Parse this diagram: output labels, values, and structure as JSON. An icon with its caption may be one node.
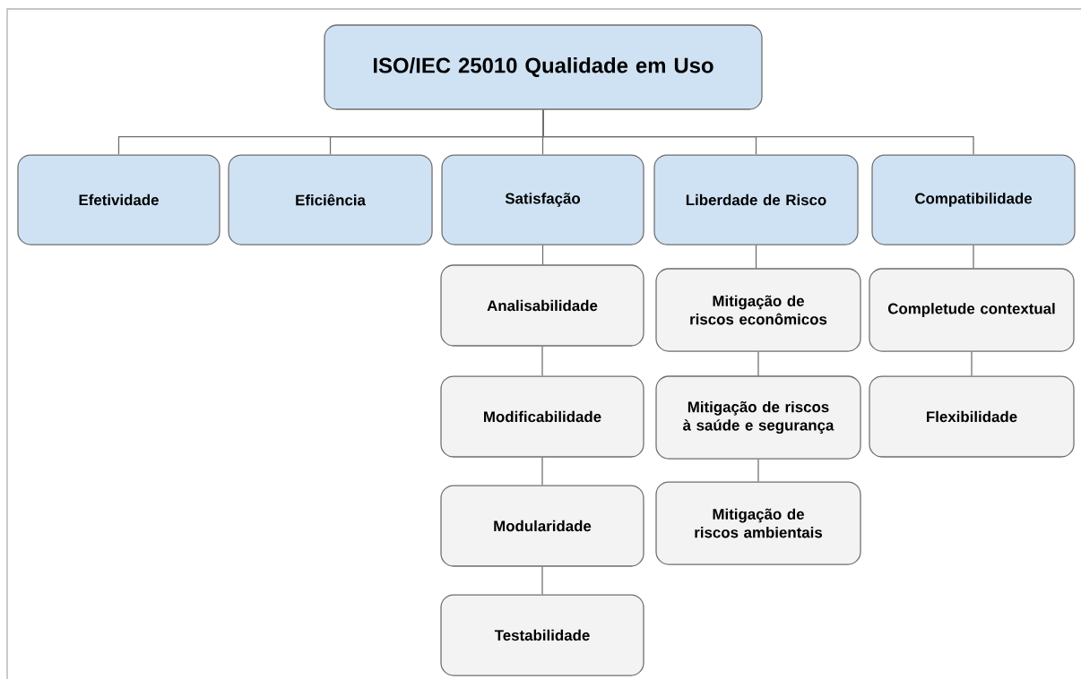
{
  "diagram": {
    "nodes": [
      {
        "text": [
          "ISO/IEC 25010 Qualidade em Uso"
        ]
      },
      {
        "text": [
          "Efetividade"
        ]
      },
      {
        "text": [
          "Eficiência"
        ]
      },
      {
        "text": [
          "Satisfação"
        ]
      },
      {
        "text": [
          "Liberdade de Risco"
        ]
      },
      {
        "text": [
          "Compatibilidade"
        ]
      },
      {
        "text": [
          "Analisabilidade"
        ]
      },
      {
        "text": [
          "Modificabilidade"
        ]
      },
      {
        "text": [
          "Modularidade"
        ]
      },
      {
        "text": [
          "Testabilidade"
        ]
      },
      {
        "text": [
          "Mitigação de riscos econômicos"
        ]
      },
      {
        "text": [
          "Mitigação de riscos à saúde e segurança"
        ]
      },
      {
        "text": [
          "Mitigação de riscos ambientais"
        ]
      },
      {
        "text": [
          "Completude contextual"
        ]
      },
      {
        "text": [
          "Flexibilidade"
        ]
      }
    ],
    "edges": [
      {
        "from": 0,
        "to": 1,
        "arrow": "none"
      },
      {
        "from": 0,
        "to": 2,
        "arrow": "none"
      },
      {
        "from": 0,
        "to": 3,
        "arrow": "none"
      },
      {
        "from": 0,
        "to": 4,
        "arrow": "none"
      },
      {
        "from": 0,
        "to": 5,
        "arrow": "none"
      },
      {
        "from": 3,
        "to": 6,
        "arrow": "none"
      },
      {
        "from": 6,
        "to": 7,
        "arrow": "none"
      },
      {
        "from": 7,
        "to": 8,
        "arrow": "none"
      },
      {
        "from": 8,
        "to": 9,
        "arrow": "none"
      },
      {
        "from": 4,
        "to": 10,
        "arrow": "none"
      },
      {
        "from": 10,
        "to": 11,
        "arrow": "none"
      },
      {
        "from": 11,
        "to": 12,
        "arrow": "none"
      },
      {
        "from": 5,
        "to": 13,
        "arrow": "none"
      },
      {
        "from": 13,
        "to": 14,
        "arrow": "none"
      }
    ]
  }
}
